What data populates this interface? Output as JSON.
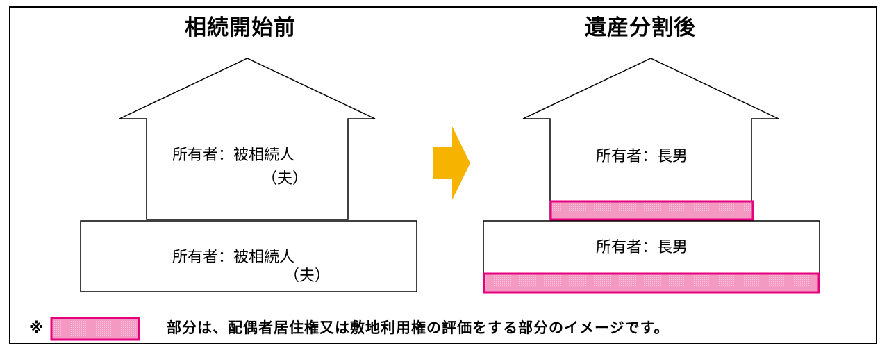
{
  "left": {
    "title": "相続開始前",
    "house_owner_line1": "所有者：被相続人",
    "house_owner_line2": "（夫）",
    "land_owner_line1": "所有者：被相続人",
    "land_owner_line2": "（夫）"
  },
  "right": {
    "title": "遺産分割後",
    "house_owner": "所有者：長男",
    "land_owner": "所有者：長男"
  },
  "legend": {
    "mark": "※",
    "text": "部分は、配偶者居住権又は敷地利用権の評価をする部分のイメージです。"
  },
  "colors": {
    "highlight_fill": "#f49ac2",
    "highlight_border": "#e6007e",
    "arrow": "#f6b400",
    "line": "#000000"
  }
}
